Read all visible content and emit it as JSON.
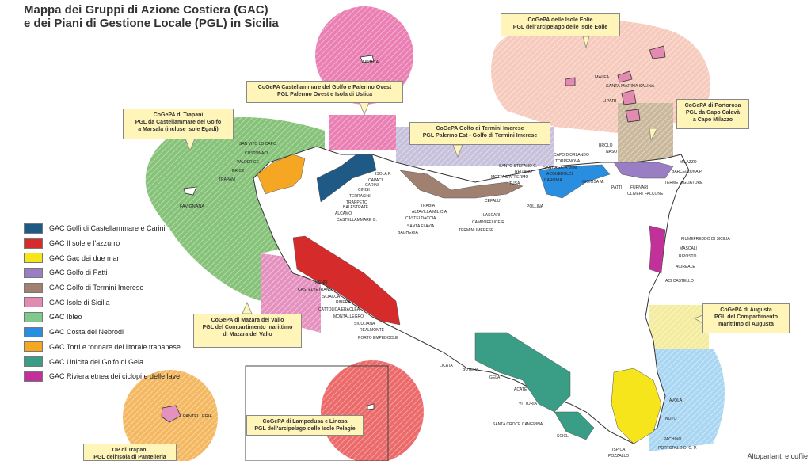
{
  "title": {
    "line1": "Mappa dei Gruppi di Azione Costiera (GAC)",
    "line2": "e dei Piani di Gestione Locale (PGL) in Sicilia"
  },
  "legend": [
    {
      "label": "GAC Golfi di Castellammare e Carini",
      "color": "#1f5a86"
    },
    {
      "label": "GAC Il sole e l'azzurro",
      "color": "#d62b2b"
    },
    {
      "label": "GAC Gac dei due mari",
      "color": "#f5e51a"
    },
    {
      "label": "GAC Golfo di Patti",
      "color": "#9a7ec4"
    },
    {
      "label": "GAC Golfo di Termini Imerese",
      "color": "#a08070"
    },
    {
      "label": "GAC Isole di Sicilia",
      "color": "#e38ab0"
    },
    {
      "label": "GAC Ibleo",
      "color": "#7fc98a"
    },
    {
      "label": "GAC Costa dei Nebrodi",
      "color": "#2a8ee0"
    },
    {
      "label": "GAC Torri e tonnare del litorale trapanese",
      "color": "#f5a623"
    },
    {
      "label": "GAC Unicità del Golfo di Gela",
      "color": "#3a9e87"
    },
    {
      "label": "GAC Riviera etnea dei ciclopi e delle lave",
      "color": "#c2309a"
    }
  ],
  "callouts": {
    "eolie": [
      "CoGePA delle Isole Eolie",
      "PGL dell'arcipelago delle Isole Eolie"
    ],
    "castellammare": [
      "CoGePA Castellammare del Golfo e Palermo Ovest",
      "PGL Palermo Ovest e Isola di Ustica"
    ],
    "trapani": [
      "CoGePA di Trapani",
      "PGL da Castellammare del Golfo",
      "a Marsala (incluse isole Egadi)"
    ],
    "termini": [
      "CoGePA Golfo di Termini Imerese",
      "PGL Palermo Est - Golfo di Termini Imerese"
    ],
    "portorosa": [
      "CoGePA di Portorosa",
      "PGL da Capo Calavà",
      "a Capo Milazzo"
    ],
    "mazara": [
      "CoGePA di Mazara del Vallo",
      "PGL del Compartimento marittimo",
      "di Mazara del Vallo"
    ],
    "augusta": [
      "CoGePA di Augusta",
      "PGL del Compartimento",
      "marittimo di Augusta"
    ],
    "lampedusa": [
      "CoGePA di Lampedusa e Linosa",
      "PGL dell'arcipelago delle Isole Pelagie"
    ],
    "op_trapani": [
      "OP di Trapani",
      "PGL dell'Isola di Pantelleria"
    ]
  },
  "places": {
    "ustica": "USTICA",
    "favignana": "FAVIGNANA",
    "pantelleria": "PANTELLERIA",
    "malfa": "MALFA",
    "santa_marina": "SANTA MARINA SALINA",
    "lipari": "LIPARI",
    "san_vito": "SAN VITO LO CAPO",
    "custonaci": "CUSTONACI",
    "valderice": "VALDERICE",
    "erice": "ERICE",
    "trapani": "TRAPANI",
    "isola_f": "ISOLA F.",
    "capaci": "CAPACI",
    "carini": "CARINI",
    "cinisi": "CINISI",
    "terrasini": "TERRASINI",
    "trappeto": "TRAPPETO",
    "balestrate": "BALESTRATE",
    "alcamo": "ALCAMO",
    "castellammare_g": "CASTELLAMMARE G.",
    "trabia": "TRABIA",
    "altavilla": "ALTAVILLA MILICIA",
    "casteldaccia": "CASTELDACCIA",
    "santa_flavia": "SANTA FLAVIA",
    "bagheria": "BAGHERIA",
    "santo_stefano": "SANTO STEFANO C.",
    "reitano": "REITANO",
    "motta": "MOTTA D'AFFERMO",
    "tusa": "TUSA",
    "cefalu": "CEFALU'",
    "lascari": "LASCARI",
    "campofelice": "CAMPOFELICE R.",
    "termini_imerese": "TERMINI IMERESE",
    "pollina": "POLLINA",
    "capo_orlando": "CAPO D'ORLANDO",
    "torrenova": "TORRENOVA",
    "sant_agata": "SANT'AGATA DI M.",
    "acquedolci": "ACQUEDOLCI",
    "caronia": "CARONIA",
    "brolo": "BROLO",
    "naso": "NASO",
    "gioiosa": "GIOIOSA M.",
    "patti": "PATTI",
    "oliveri": "OLIVERI",
    "furnari": "FURNARI",
    "falcone": "FALCONE",
    "milazzo": "MILAZZO",
    "barcellona": "BARCELLONA P.",
    "terme_vigliatore": "TERME VIGLIATORE",
    "fiumefreddo": "FIUMEFREDDO DI SICILIA",
    "mascali": "MASCALI",
    "riposto": "RIPOSTO",
    "acireale": "ACIREALE",
    "aci_castello": "ACI CASTELLO",
    "menfi": "MENFI",
    "castelvetrano": "CASTELVETRANO",
    "sciacca": "SCIACCA",
    "ribera": "RIBERA",
    "cattolica": "CATTOLICA ERACLEA",
    "montallegro": "MONTALLEGRO",
    "siculiana": "SICULIANA",
    "realmonte": "REALMONTE",
    "porto_empedocle": "PORTO EMPEDOCLE",
    "licata": "LICATA",
    "butera": "BUTERA",
    "gela": "GELA",
    "acate": "ACATE",
    "vittoria": "VITTORIA",
    "santa_croce": "SANTA CROCE CAMERINA",
    "scicli": "SCICLI",
    "ispica": "ISPICA",
    "pozzallo": "POZZALLO",
    "avola": "AVOLA",
    "noto": "NOTO",
    "pachino": "PACHINO",
    "portopalo": "PORTOPALO DI C. P."
  },
  "overlay": "Altoparlanti e cuffie"
}
